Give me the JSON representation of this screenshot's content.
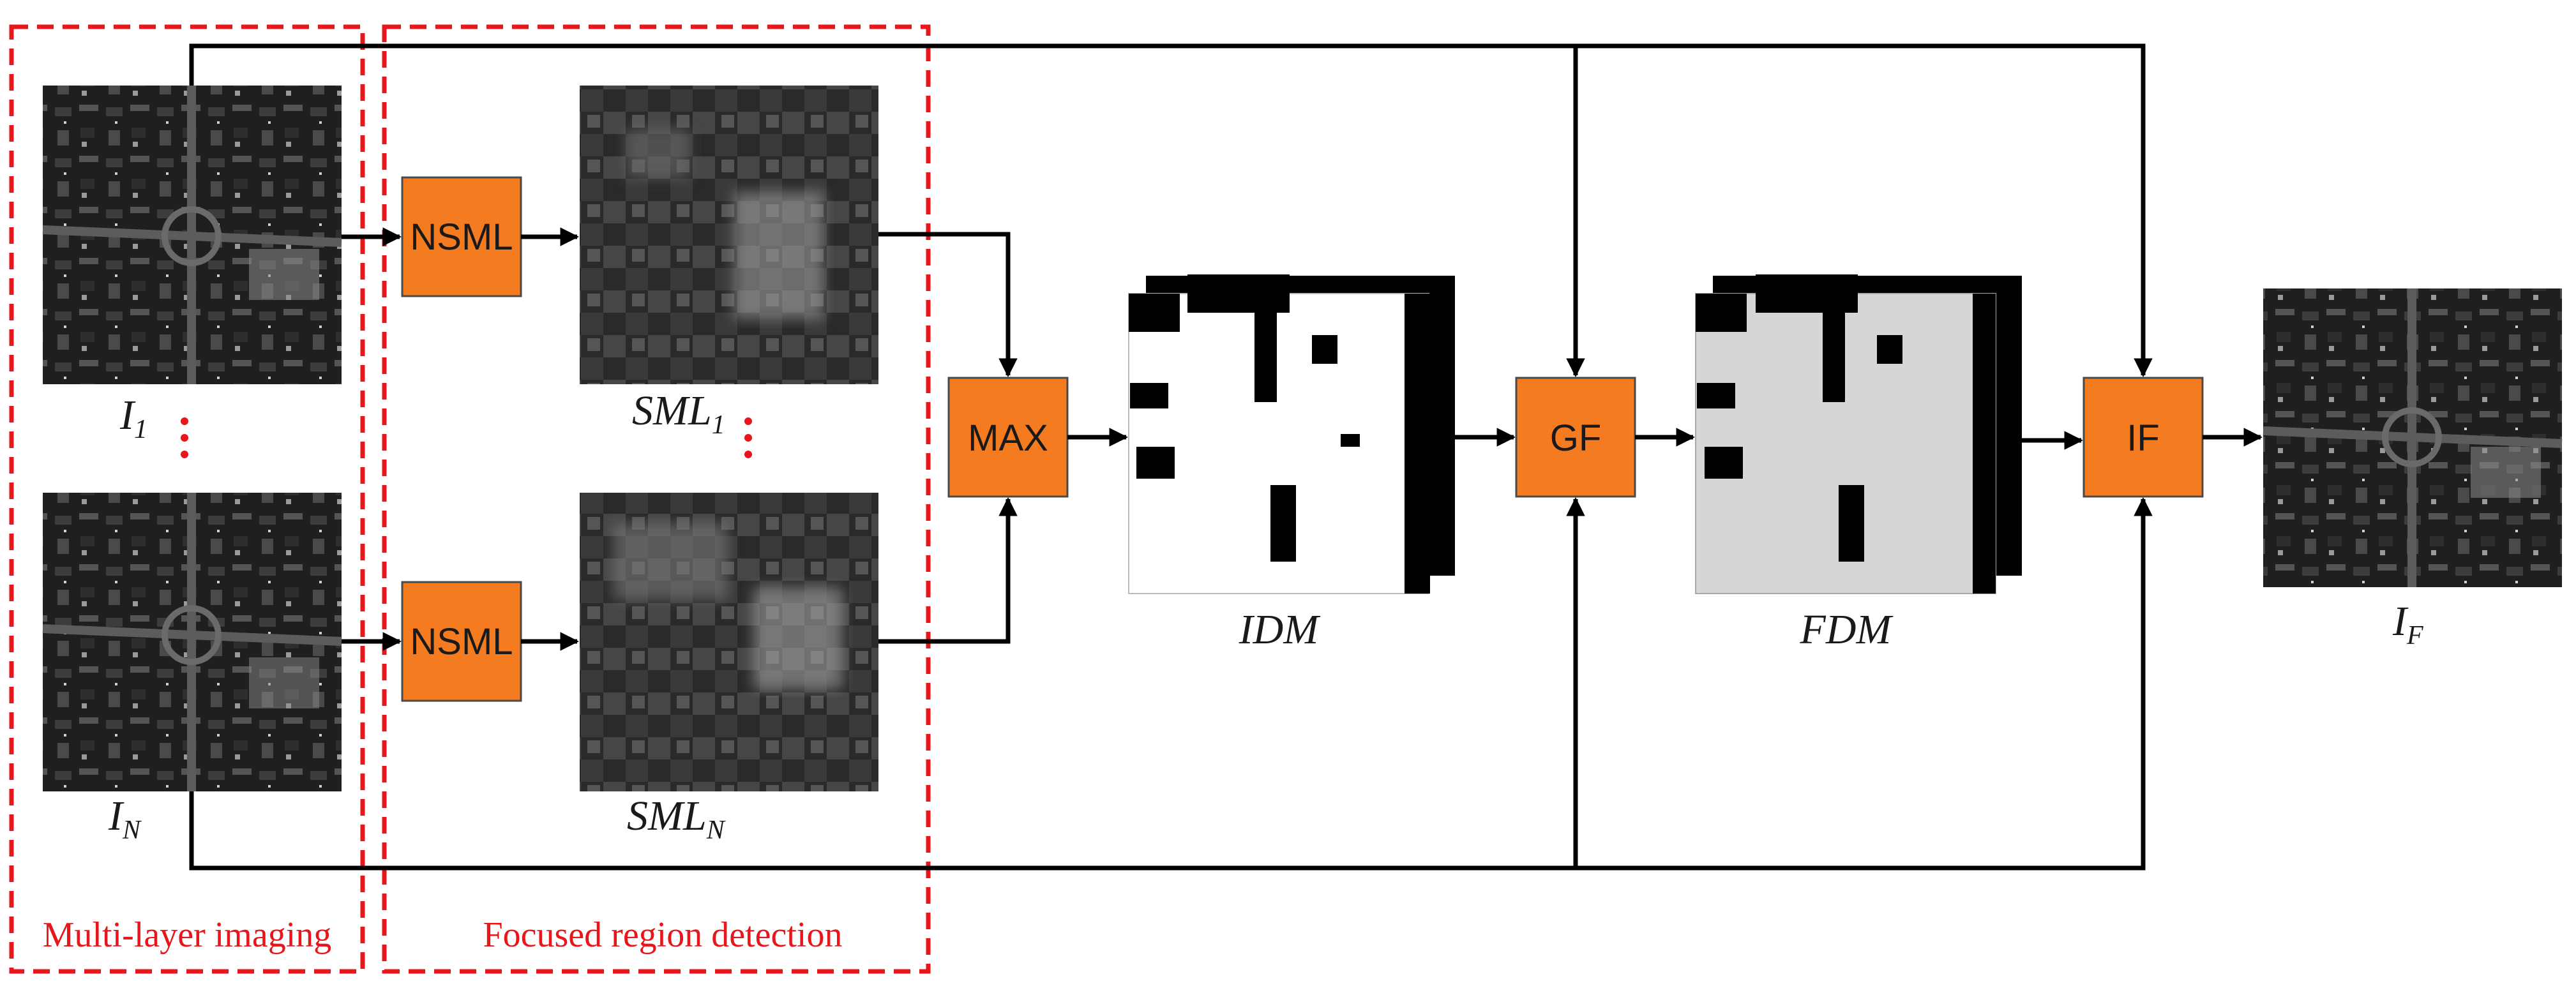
{
  "groups": {
    "imaging": "Multi-layer imaging",
    "detection": "Focused region detection"
  },
  "process": {
    "nsml_top": "NSML",
    "nsml_bottom": "NSML",
    "max": "MAX",
    "gf": "GF",
    "if": "IF"
  },
  "labels": {
    "i1_base": "I",
    "i1_sub": "1",
    "in_base": "I",
    "in_sub": "N",
    "sml1_base": "SML",
    "sml1_sub": "1",
    "smln_base": "SML",
    "smln_sub": "N",
    "idm": "IDM",
    "fdm": "FDM",
    "if_base": "I",
    "if_sub": "F"
  },
  "colors": {
    "process_box": "#f47b20",
    "group_outline": "#e8161b",
    "arrow": "#000000"
  }
}
